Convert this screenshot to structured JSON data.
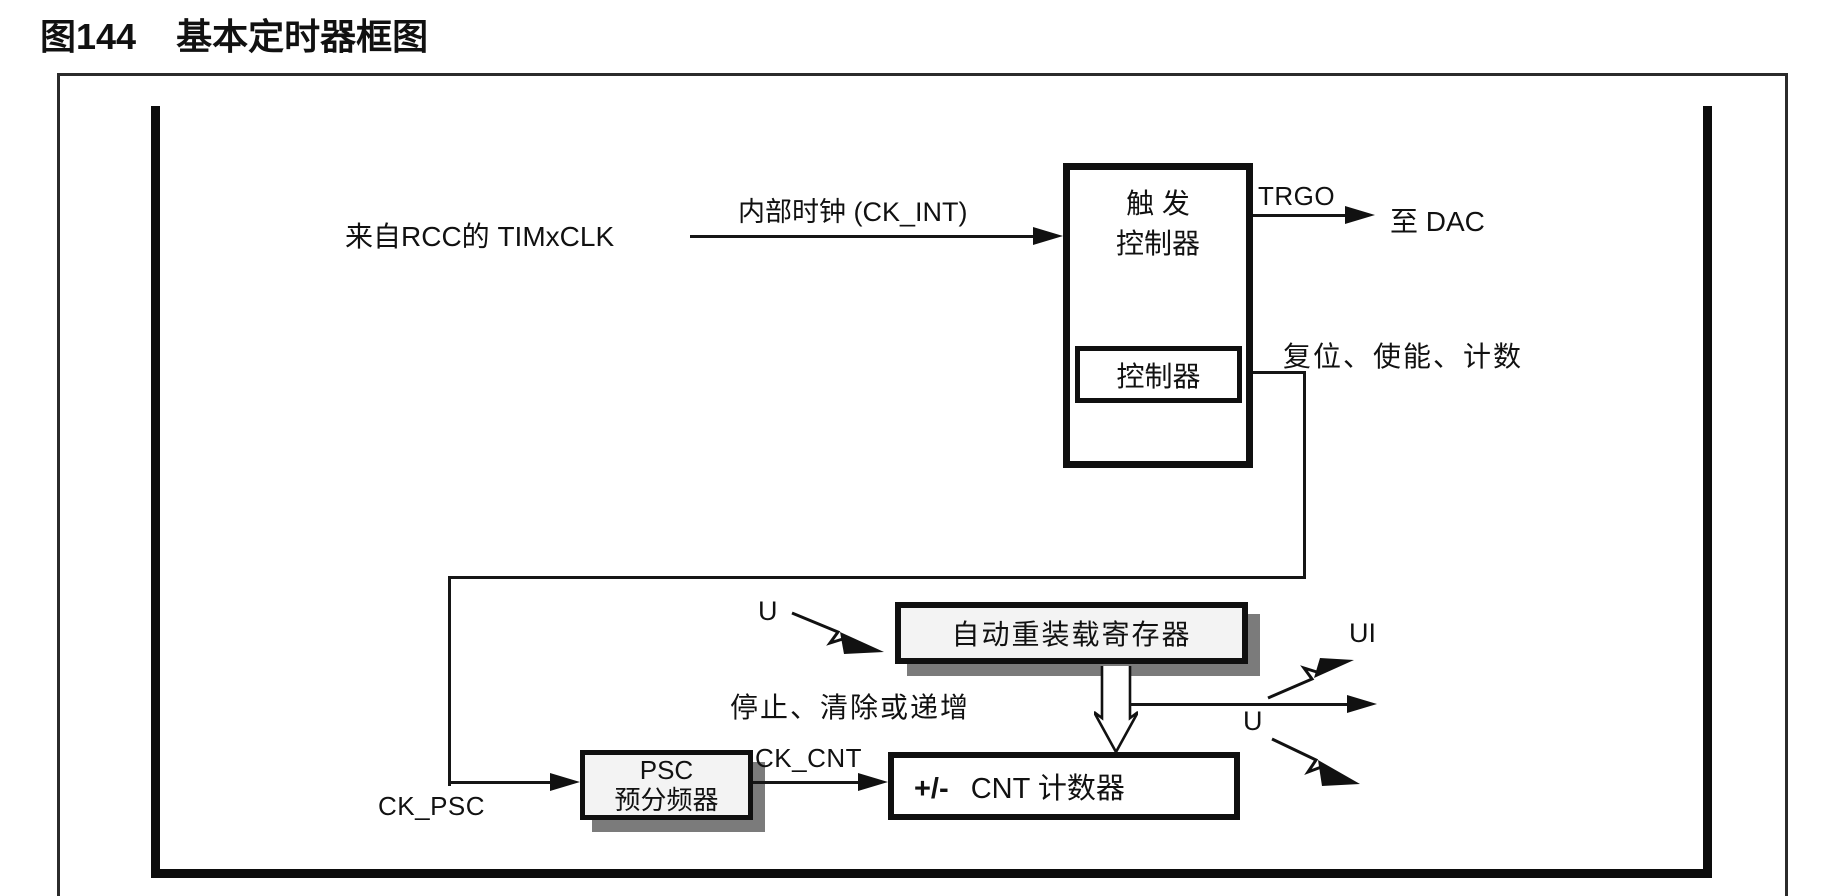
{
  "figure": {
    "number_label": "图144",
    "title": "基本定时器框图"
  },
  "labels": {
    "input_clock": "来自RCC的 TIMxCLK",
    "internal_clock": "内部时钟 (CK_INT)",
    "trgo": "TRGO",
    "to_dac": "至 DAC",
    "reset_enable_count": "复位、使能、计数",
    "stop_clear_increment": "停止、清除或递增",
    "ck_psc": "CK_PSC",
    "ck_cnt": "CK_CNT",
    "update_event_arr": "U",
    "update_interrupt": "UI",
    "update_event": "U"
  },
  "blocks": {
    "trigger_controller": {
      "line1": "触 发",
      "line2": "控制器"
    },
    "controller": {
      "label": "控制器"
    },
    "auto_reload_register": {
      "label": "自动重装载寄存器"
    },
    "prescaler": {
      "line1": "PSC",
      "line2": "预分频器"
    },
    "counter": {
      "sign": "+/-",
      "label": "CNT 计数器"
    }
  },
  "colors": {
    "ink": "#111111",
    "box_fill": "#f3f3f3",
    "shadow": "#7b7b7b",
    "frame": "#2b2b2b"
  }
}
